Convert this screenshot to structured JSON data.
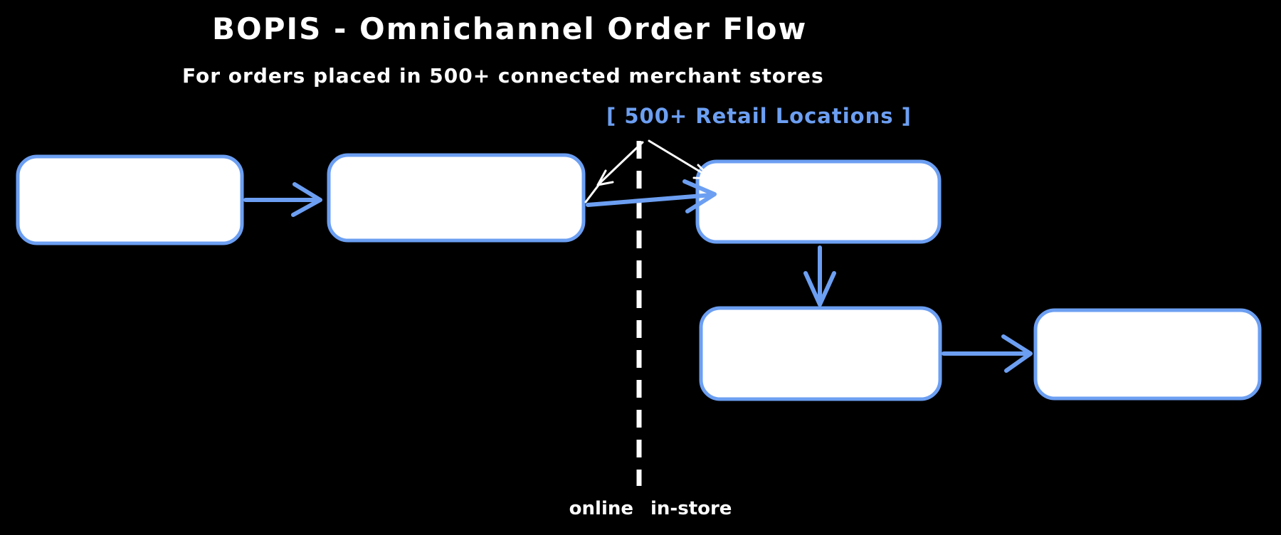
{
  "colors": {
    "background": "#000000",
    "accent_blue": "#6c9ff2",
    "box_fill": "#ffffff",
    "text_white": "#ffffff"
  },
  "header": {
    "title": "BOPIS - Omnichannel Order Flow",
    "subtitle": "For orders placed in 500+ connected merchant stores"
  },
  "annotations": {
    "locations_label": "[  500+ Retail Locations  ]",
    "divider_left_label": "online",
    "divider_right_label": "in-store",
    "divider_style": "vertical dashed white line separating online and in-store phases"
  },
  "diagram": {
    "nodes": [
      {
        "id": "node-1",
        "label": ""
      },
      {
        "id": "node-2",
        "label": ""
      },
      {
        "id": "node-3",
        "label": ""
      },
      {
        "id": "node-4",
        "label": ""
      },
      {
        "id": "node-5",
        "label": ""
      }
    ],
    "edges": [
      {
        "from": "node-1",
        "to": "node-2",
        "direction": "right"
      },
      {
        "from": "node-2",
        "to": "node-3",
        "direction": "right",
        "crosses": "divider"
      },
      {
        "from": "node-3",
        "to": "node-4",
        "direction": "down"
      },
      {
        "from": "node-4",
        "to": "node-5",
        "direction": "right"
      }
    ],
    "annotation_arrows": [
      {
        "from": "locations-label",
        "to": "edge node-2 to node-3",
        "direction": "down-left"
      },
      {
        "from": "locations-label",
        "to": "node-3",
        "direction": "down-right"
      }
    ]
  }
}
